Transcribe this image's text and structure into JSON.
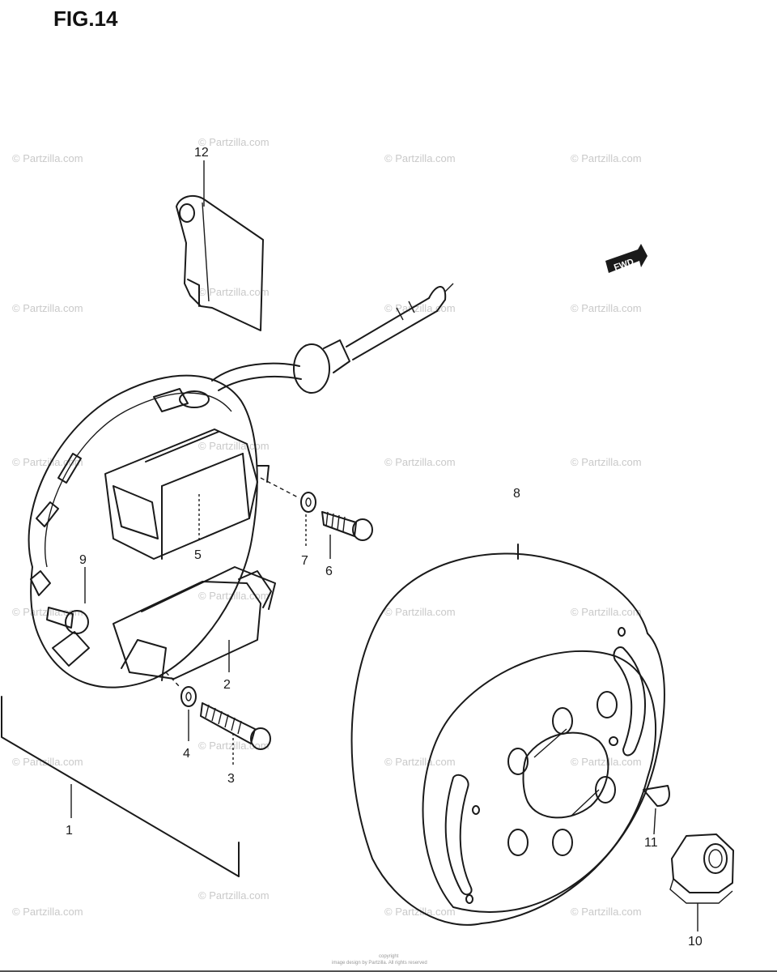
{
  "figure": {
    "title": "FIG.14"
  },
  "fwd_label": "FWD",
  "watermark": "© Partzilla.com",
  "callouts": {
    "c1": "1",
    "c2": "2",
    "c3": "3",
    "c4": "4",
    "c5": "5",
    "c6": "6",
    "c7": "7",
    "c8": "8",
    "c9": "9",
    "c10": "10",
    "c11": "11",
    "c12": "12"
  },
  "footer": {
    "line1": "copyright",
    "line2": "image design by Partzilla. All rights reserved"
  }
}
